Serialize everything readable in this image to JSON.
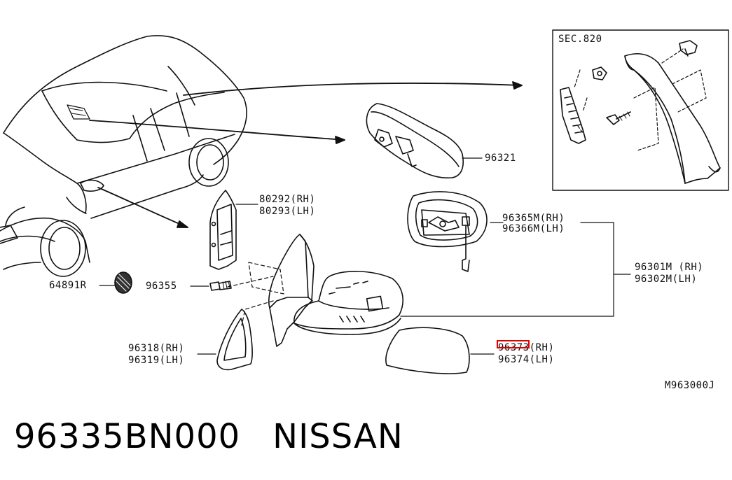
{
  "diagram": {
    "section_ref": "SEC.820",
    "drawing_code": "M963000J",
    "parts": [
      {
        "code": "96321",
        "side": ""
      },
      {
        "code": "80292",
        "side": "(RH)"
      },
      {
        "code": "80293",
        "side": "(LH)"
      },
      {
        "code": "96365M",
        "side": "(RH)"
      },
      {
        "code": "96366M",
        "side": "(LH)"
      },
      {
        "code": "96301M",
        "side": "(RH)"
      },
      {
        "code": "96302M",
        "side": "(LH)"
      },
      {
        "code": "64891R",
        "side": ""
      },
      {
        "code": "96355",
        "side": ""
      },
      {
        "code": "96318",
        "side": "(RH)"
      },
      {
        "code": "96319",
        "side": "(LH)"
      },
      {
        "code": "96373",
        "side": "(RH)"
      },
      {
        "code": "96374",
        "side": "(LH)"
      }
    ],
    "highlight_color": "#e00000"
  },
  "caption": {
    "part_number": "96335BN000",
    "brand": "NISSAN"
  }
}
